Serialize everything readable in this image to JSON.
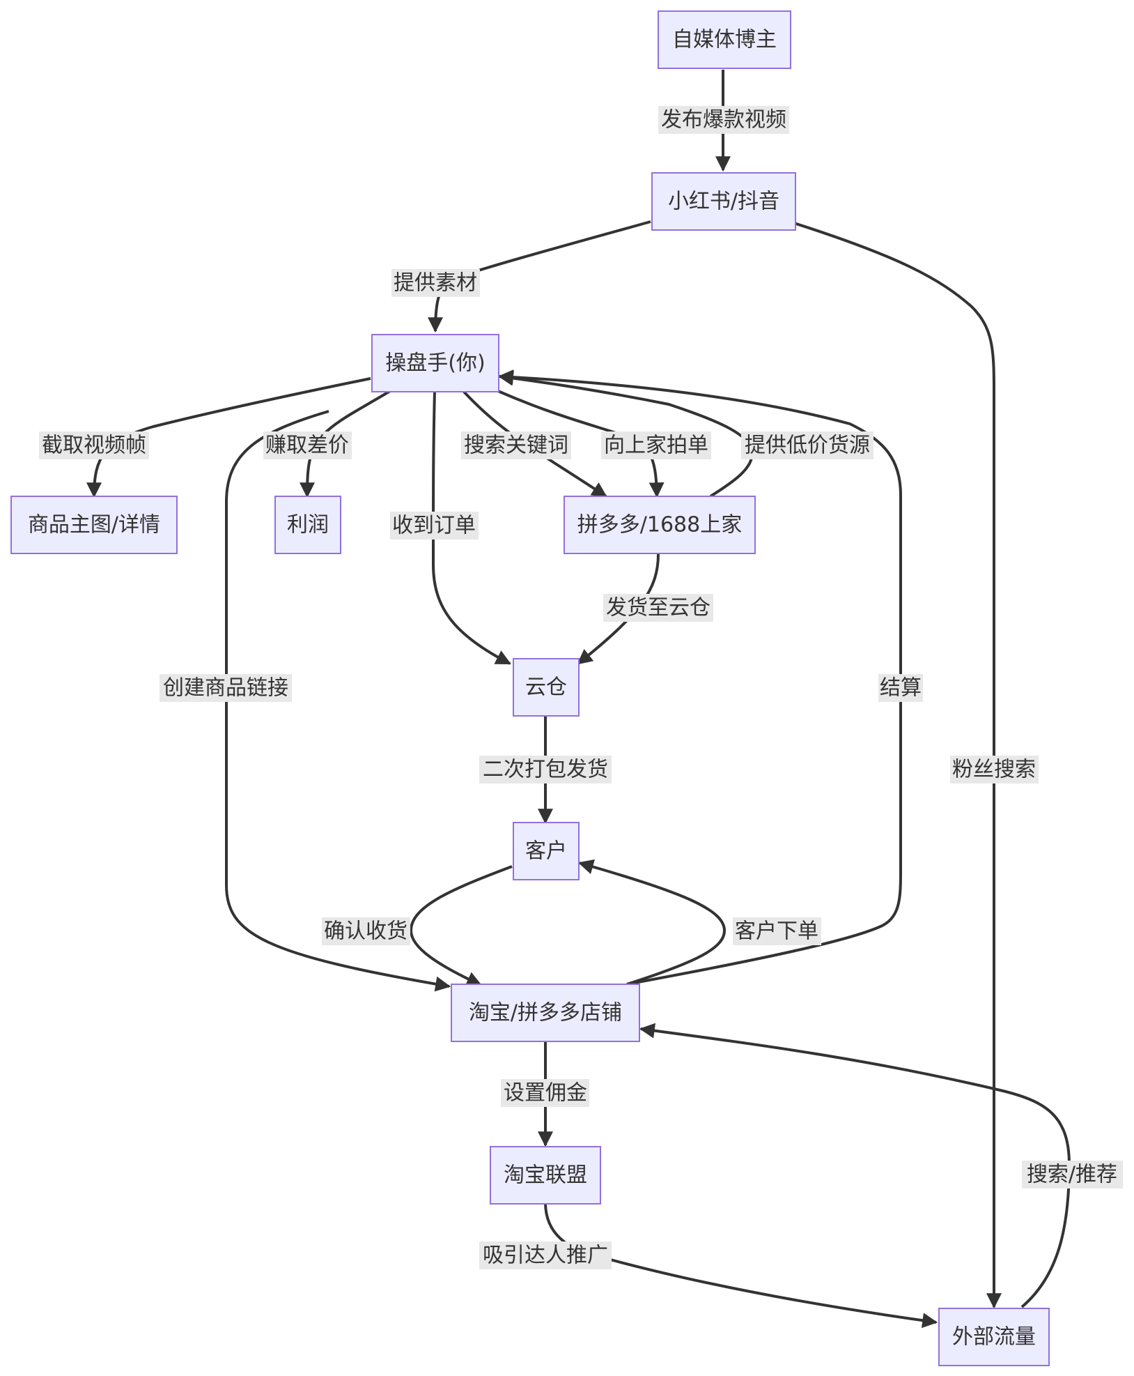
{
  "nodes": {
    "blogger": "自媒体博主",
    "social": "小红书/抖音",
    "operator": "操盘手(你)",
    "images": "商品主图/详情",
    "profit": "利润",
    "supplier": "拼多多/1688上家",
    "warehouse": "云仓",
    "customer": "客户",
    "store": "淘宝/拼多多店铺",
    "alliance": "淘宝联盟",
    "traffic": "外部流量"
  },
  "edges": {
    "publish_video": "发布爆款视频",
    "provide_material": "提供素材",
    "fan_search": "粉丝搜索",
    "capture_frames": "截取视频帧",
    "earn_margin": "赚取差价",
    "create_link": "创建商品链接",
    "receive_order": "收到订单",
    "search_keyword": "搜索关键词",
    "order_upstream": "向上家拍单",
    "low_price_source": "提供低价货源",
    "settlement": "结算",
    "ship_to_warehouse": "发货至云仓",
    "repack_ship": "二次打包发货",
    "confirm_receipt": "确认收货",
    "customer_order": "客户下单",
    "set_commission": "设置佣金",
    "attract_promoters": "吸引达人推广",
    "search_recommend": "搜索/推荐"
  }
}
